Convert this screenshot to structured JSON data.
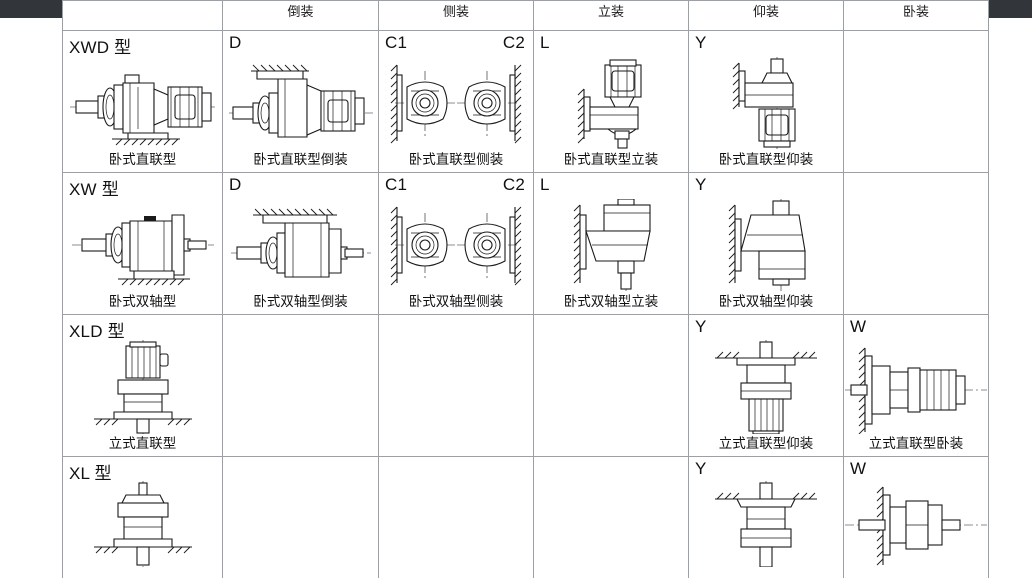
{
  "document": {
    "type": "technical-spec-table",
    "subject": "Gearbox mounting configuration chart"
  },
  "table": {
    "headers": [
      "",
      "倒装",
      "侧装",
      "立装",
      "仰装",
      "卧装"
    ],
    "rows": [
      {
        "series": "XWD 型",
        "cells": [
          {
            "code": "",
            "code2": "",
            "caption": "卧式直联型",
            "figure": "horizontal-direct-foot"
          },
          {
            "code": "D",
            "code2": "",
            "caption": "卧式直联型倒装",
            "figure": "horizontal-direct-inverted"
          },
          {
            "code": "C1",
            "code2": "C2",
            "caption": "卧式直联型侧装",
            "figure": "horizontal-direct-side"
          },
          {
            "code": "L",
            "code2": "",
            "caption": "卧式直联型立装",
            "figure": "horizontal-direct-vertical"
          },
          {
            "code": "Y",
            "code2": "",
            "caption": "卧式直联型仰装",
            "figure": "horizontal-direct-upward"
          },
          {
            "code": "",
            "code2": "",
            "caption": "",
            "figure": ""
          }
        ]
      },
      {
        "series": "XW 型",
        "cells": [
          {
            "code": "",
            "code2": "",
            "caption": "卧式双轴型",
            "figure": "horizontal-dual-foot"
          },
          {
            "code": "D",
            "code2": "",
            "caption": "卧式双轴型倒装",
            "figure": "horizontal-dual-inverted"
          },
          {
            "code": "C1",
            "code2": "C2",
            "caption": "卧式双轴型侧装",
            "figure": "horizontal-dual-side"
          },
          {
            "code": "L",
            "code2": "",
            "caption": "卧式双轴型立装",
            "figure": "horizontal-dual-vertical"
          },
          {
            "code": "Y",
            "code2": "",
            "caption": "卧式双轴型仰装",
            "figure": "horizontal-dual-upward"
          },
          {
            "code": "",
            "code2": "",
            "caption": "",
            "figure": ""
          }
        ]
      },
      {
        "series": "XLD 型",
        "cells": [
          {
            "code": "",
            "code2": "",
            "caption": "立式直联型",
            "figure": "vertical-direct-flange"
          },
          {
            "code": "",
            "code2": "",
            "caption": "",
            "figure": ""
          },
          {
            "code": "",
            "code2": "",
            "caption": "",
            "figure": ""
          },
          {
            "code": "",
            "code2": "",
            "caption": "",
            "figure": ""
          },
          {
            "code": "Y",
            "code2": "",
            "caption": "立式直联型仰装",
            "figure": "vertical-direct-upward"
          },
          {
            "code": "W",
            "code2": "",
            "caption": "立式直联型卧装",
            "figure": "vertical-direct-horizontal"
          }
        ]
      },
      {
        "series": "XL 型",
        "cells": [
          {
            "code": "",
            "code2": "",
            "caption": "",
            "figure": "vertical-dual-flange"
          },
          {
            "code": "",
            "code2": "",
            "caption": "",
            "figure": ""
          },
          {
            "code": "",
            "code2": "",
            "caption": "",
            "figure": ""
          },
          {
            "code": "",
            "code2": "",
            "caption": "",
            "figure": ""
          },
          {
            "code": "Y",
            "code2": "",
            "caption": "",
            "figure": "vertical-dual-upward"
          },
          {
            "code": "W",
            "code2": "",
            "caption": "",
            "figure": "vertical-dual-horizontal"
          }
        ]
      }
    ]
  },
  "colors": {
    "chrome_bar": "#32353a",
    "grid_line": "#9aa0a6",
    "ink": "#1a1a1a",
    "page": "#ffffff"
  }
}
